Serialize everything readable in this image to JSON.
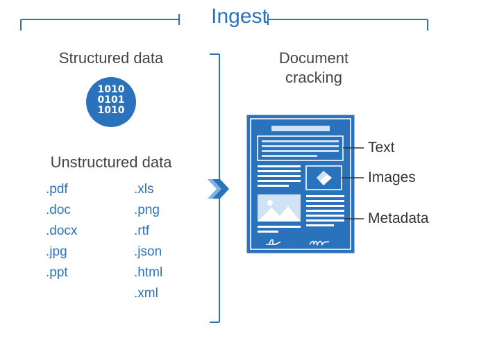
{
  "title": "Ingest",
  "left": {
    "structured_heading": "Structured data",
    "binary_lines": [
      "1010",
      "0101",
      "1010"
    ],
    "unstructured_heading": "Unstructured data",
    "extensions_col1": [
      ".pdf",
      ".doc",
      ".docx",
      ".jpg",
      ".ppt"
    ],
    "extensions_col2": [
      ".xls",
      ".png",
      ".rtf",
      ".json",
      ".html",
      ".xml"
    ]
  },
  "right": {
    "heading_line1": "Document",
    "heading_line2": "cracking",
    "labels": {
      "text": "Text",
      "images": "Images",
      "metadata": "Metadata"
    }
  },
  "colors": {
    "accent": "#2a72bc",
    "light": "#cfe2f6",
    "text": "#444444"
  },
  "icons": [
    "binary-data-icon",
    "chevron-right-icon",
    "document-icon",
    "image-icon",
    "signature-icon"
  ]
}
